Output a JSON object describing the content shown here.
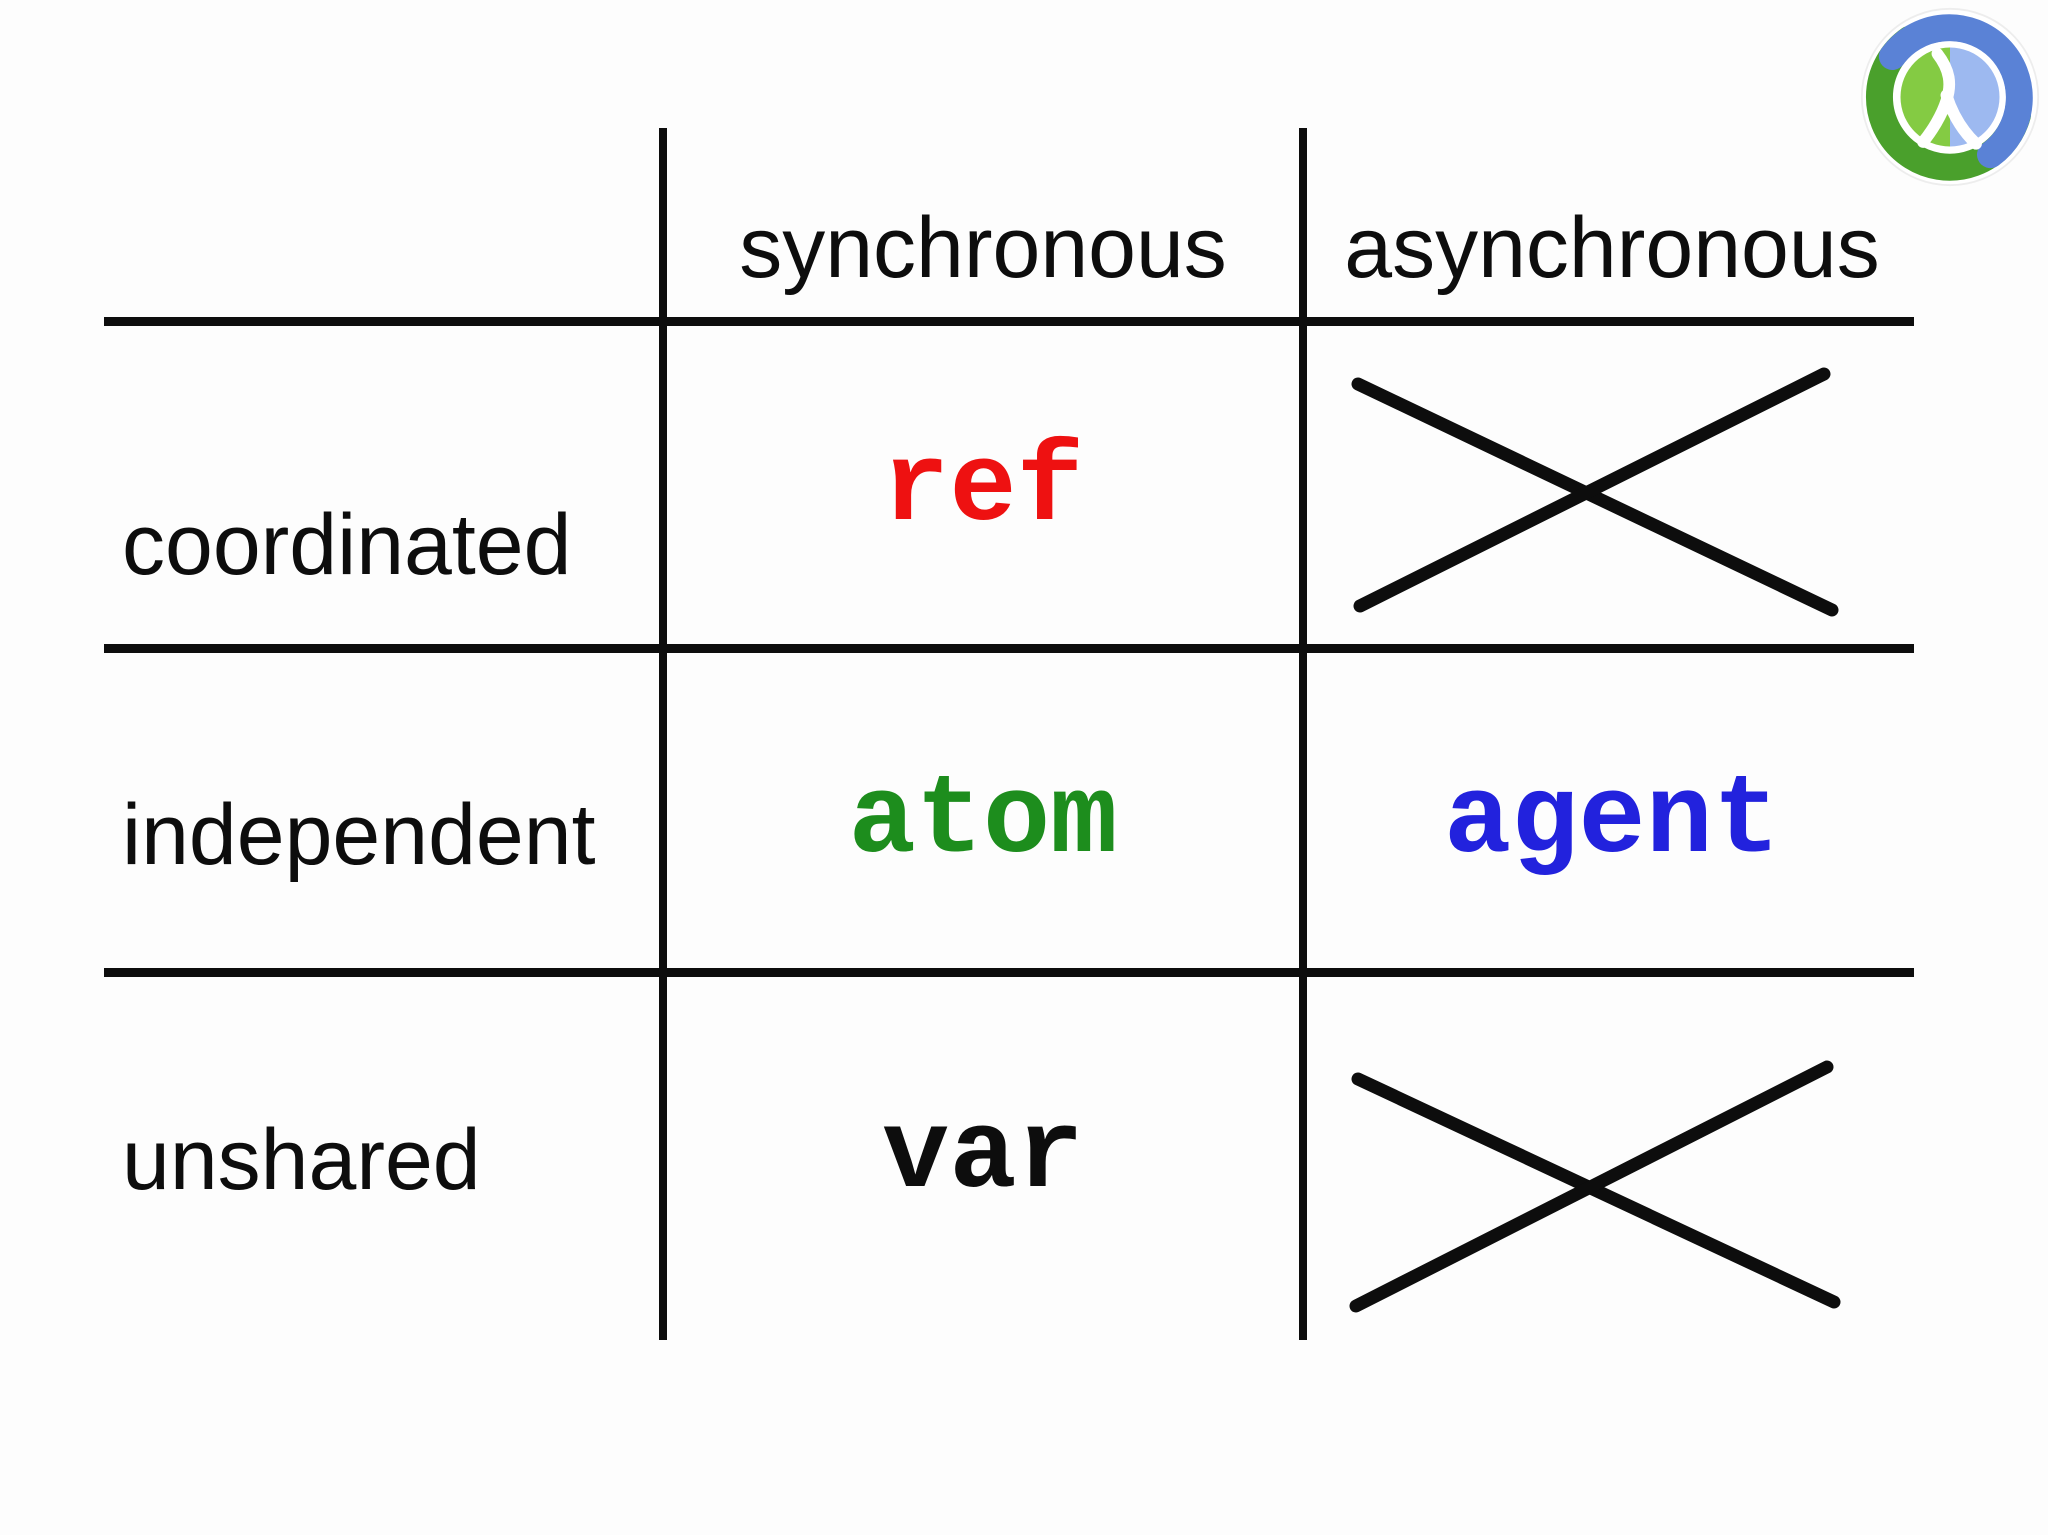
{
  "slide": {
    "background": "#fdfdfd",
    "line_color": "#0d0d0d"
  },
  "logo": {
    "name": "clojure-logo",
    "outer_blue": "#5a82d6",
    "outer_green": "#4aa02c",
    "inner_blue": "#9db9f0",
    "inner_green": "#84cb43"
  },
  "table": {
    "column_headers": [
      "synchronous",
      "asynchronous"
    ],
    "row_headers": [
      "coordinated",
      "independent",
      "unshared"
    ],
    "rows": [
      {
        "label": "coordinated",
        "cells": [
          {
            "type": "value",
            "value": "ref",
            "color": "#ee1111"
          },
          {
            "type": "cross",
            "meaning": "not-applicable"
          }
        ]
      },
      {
        "label": "independent",
        "cells": [
          {
            "type": "value",
            "value": "atom",
            "color": "#1d8d1d"
          },
          {
            "type": "value",
            "value": "agent",
            "color": "#2222dd"
          }
        ]
      },
      {
        "label": "unshared",
        "cells": [
          {
            "type": "value",
            "value": "var",
            "color": "#0d0d0d"
          },
          {
            "type": "cross",
            "meaning": "not-applicable"
          }
        ]
      }
    ]
  }
}
